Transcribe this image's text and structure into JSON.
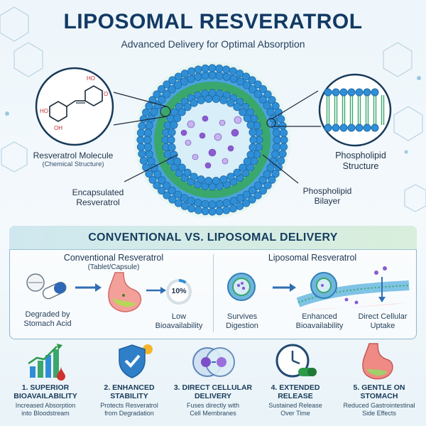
{
  "header": {
    "title": "LIPOSOMAL RESVERATROL",
    "subtitle": "Advanced Delivery for Optimal Absorption"
  },
  "diagram": {
    "molecule_label": "Resveratrol Molecule",
    "molecule_sub": "(Chemical Structure)",
    "encapsulated_label_1": "Encapsulated",
    "encapsulated_label_2": "Resveratrol",
    "phospholipid_structure_1": "Phospholipid",
    "phospholipid_structure_2": "Structure",
    "phospholipid_bilayer_1": "Phospholipid",
    "phospholipid_bilayer_2": "Bilayer",
    "atoms": {
      "ho_top": "HO",
      "o_right": "O",
      "ho_left": "HO",
      "oh_bottom": "OH"
    }
  },
  "comparison": {
    "heading": "CONVENTIONAL VS. LIPOSOMAL DELIVERY",
    "conventional": {
      "title": "Conventional Resveratrol",
      "subtitle": "(Tablet/Capsule)",
      "degraded": "Degraded by",
      "degraded_2": "Stomach Acid",
      "percent": "10%",
      "percent_value": 0.1,
      "low": "Low",
      "low_2": "Bioavailability"
    },
    "liposomal": {
      "title": "Liposomal Resveratrol",
      "survives": "Survives",
      "survives_2": "Digestion",
      "enhanced": "Enhanced",
      "enhanced_2": "Bioavailability",
      "direct": "Direct Cellular",
      "direct_2": "Uptake"
    }
  },
  "benefits": [
    {
      "title_1": "1. SUPERIOR",
      "title_2": "BIOAVAILABILITY",
      "desc_1": "Increased Absorption",
      "desc_2": "into Bloodstream",
      "icon": "bar-chart-icon"
    },
    {
      "title_1": "2. ENHANCED",
      "title_2": "STABILITY",
      "desc_1": "Protects Resveratrol",
      "desc_2": "from Degradation",
      "icon": "shield-check-icon"
    },
    {
      "title_1": "3. DIRECT CELLULAR",
      "title_2": "DELIVERY",
      "desc_1": "Fuses directly with",
      "desc_2": "Cell Membranes",
      "icon": "cell-fusion-icon"
    },
    {
      "title_1": "4. EXTENDED",
      "title_2": "RELEASE",
      "desc_1": "Sustained Release",
      "desc_2": "Over Time",
      "icon": "clock-icon"
    },
    {
      "title_1": "5. GENTLE ON",
      "title_2": "STOMACH",
      "desc_1": "Reduced Gastrointestinal",
      "desc_2": "Side Effects",
      "icon": "stomach-icon"
    }
  ],
  "colors": {
    "title": "#123a63",
    "lipid_head": "#2f8fd6",
    "lipid_tail": "#3aa76d",
    "accent_purple": "#8a5bd1",
    "stomach": "#f08a84"
  }
}
